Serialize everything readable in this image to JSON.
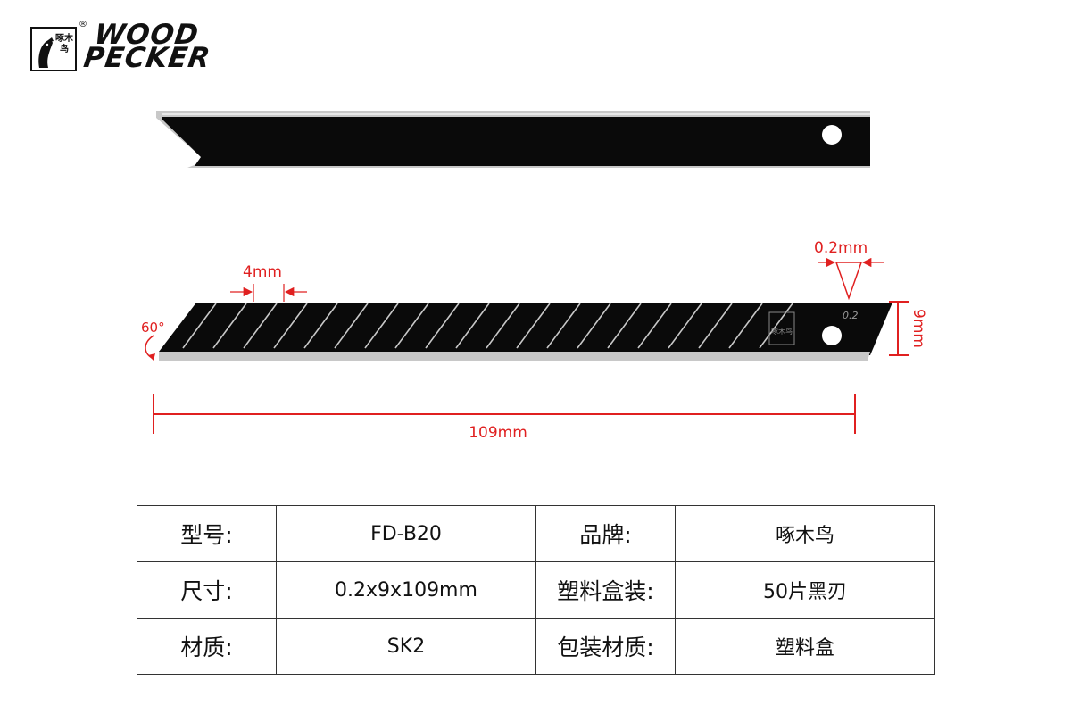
{
  "brand": {
    "name_line1": "WOOD",
    "name_line2": "PECKER",
    "name_cn": "啄木鸟",
    "registered_mark": "®",
    "icon": "woodpecker-bird-icon"
  },
  "diagram": {
    "blade_stamp_text": "0.2",
    "blade_stamp_cn": "啄木鸟",
    "dimension_segment": "4mm",
    "dimension_thickness": "0.2mm",
    "dimension_height": "9mm",
    "dimension_length": "109mm",
    "angle_label": "60°",
    "colors": {
      "blade": "#0a0a0a",
      "edge": "#c8c8c8",
      "dimension": "#e02020"
    }
  },
  "spec_table": {
    "rows": [
      [
        "型号:",
        "FD-B20",
        "品牌:",
        "啄木鸟"
      ],
      [
        "尺寸:",
        "0.2x9x109mm",
        "塑料盒装:",
        "50片黑刃"
      ],
      [
        "材质:",
        "SK2",
        "包装材质:",
        "塑料盒"
      ]
    ]
  }
}
